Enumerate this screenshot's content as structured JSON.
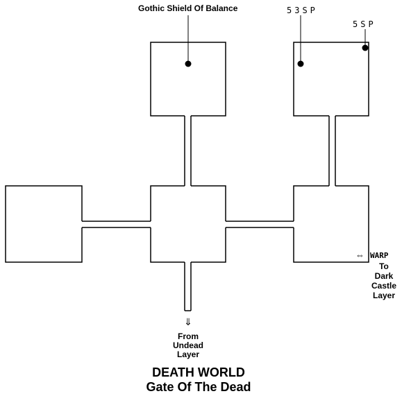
{
  "map": {
    "title_line1": "DEATH WORLD",
    "title_line2": "Gate Of The Dead",
    "labels": {
      "shield": "Gothic Shield Of Balance",
      "sp53": "53SP",
      "sp5": "5SP",
      "warp_arrow": "⇔",
      "warp": "WARP",
      "warp_dest": [
        "To",
        "Dark",
        "Castle",
        "Layer"
      ],
      "from_arrow": "⇓",
      "from": [
        "From",
        "Undead",
        "Layer"
      ]
    },
    "colors": {
      "wall": "#000000",
      "floor": "#ffffff",
      "marker": "#000000"
    }
  }
}
